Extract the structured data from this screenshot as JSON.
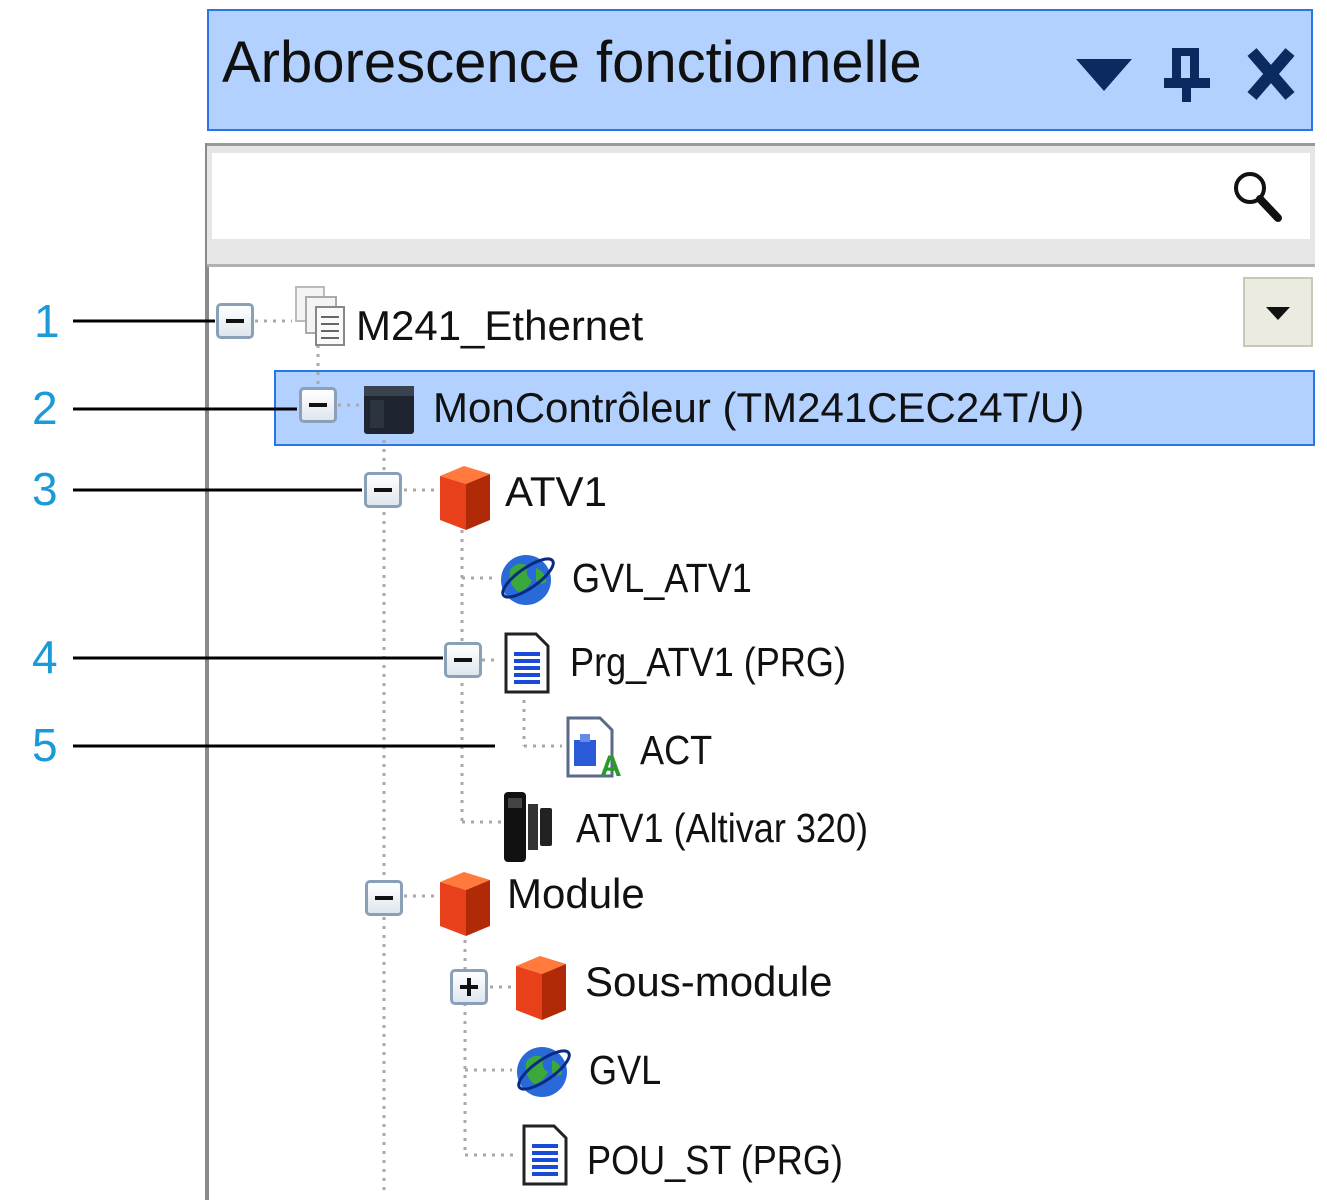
{
  "panel": {
    "title": "Arborescence fonctionnelle",
    "search_placeholder": ""
  },
  "tree": {
    "root": "M241_Ethernet",
    "controller": "MonContrôleur (TM241CEC24T/U)",
    "atv1": "ATV1",
    "gvl_atv1": "GVL_ATV1",
    "prg_atv1": "Prg_ATV1 (PRG)",
    "act": "ACT",
    "atv1_device": "ATV1 (Altivar 320)",
    "module": "Module",
    "sous_module": "Sous-module",
    "gvl": "GVL",
    "pou_st": "POU_ST (PRG)"
  },
  "callouts": [
    "1",
    "2",
    "3",
    "4",
    "5"
  ],
  "colors": {
    "header_bg": "#b3d1ff",
    "header_border": "#2a75e6",
    "callout": "#1a9ad8",
    "folder_red": "#e8401a"
  },
  "icons": {
    "menu": "triangle-down-icon",
    "pin": "pin-icon",
    "close": "close-icon",
    "search": "magnifier-icon"
  }
}
